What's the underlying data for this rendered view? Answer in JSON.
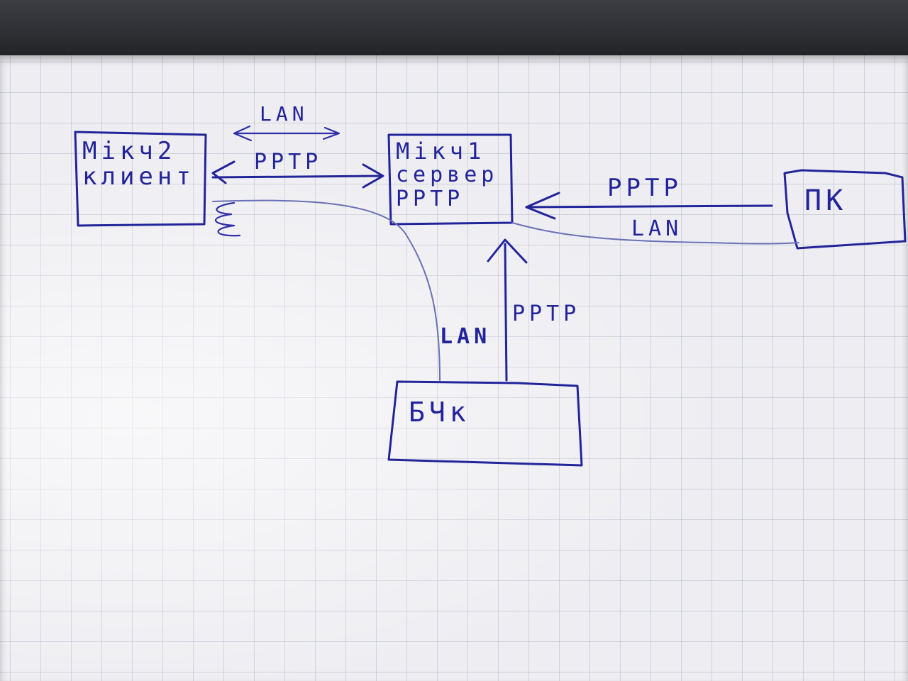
{
  "nodes": {
    "mikr2": {
      "line1": "Мікч2",
      "line2": "клиент"
    },
    "mikr1": {
      "line1": "Мікч1",
      "line2": "сервер",
      "line3": "PPTP"
    },
    "pk": {
      "label": "ПК"
    },
    "buk": {
      "label": "БЧк"
    }
  },
  "edges": {
    "top_lan": "LAN",
    "top_pptp": "PPTP",
    "right_pptp": "PPTP",
    "right_lan": "LAN",
    "bottom_lan": "LAN",
    "bottom_pptp": "PPTP"
  },
  "colors": {
    "ink": "#23249a",
    "paper": "#eeeef2",
    "grid": "#7880a0"
  }
}
